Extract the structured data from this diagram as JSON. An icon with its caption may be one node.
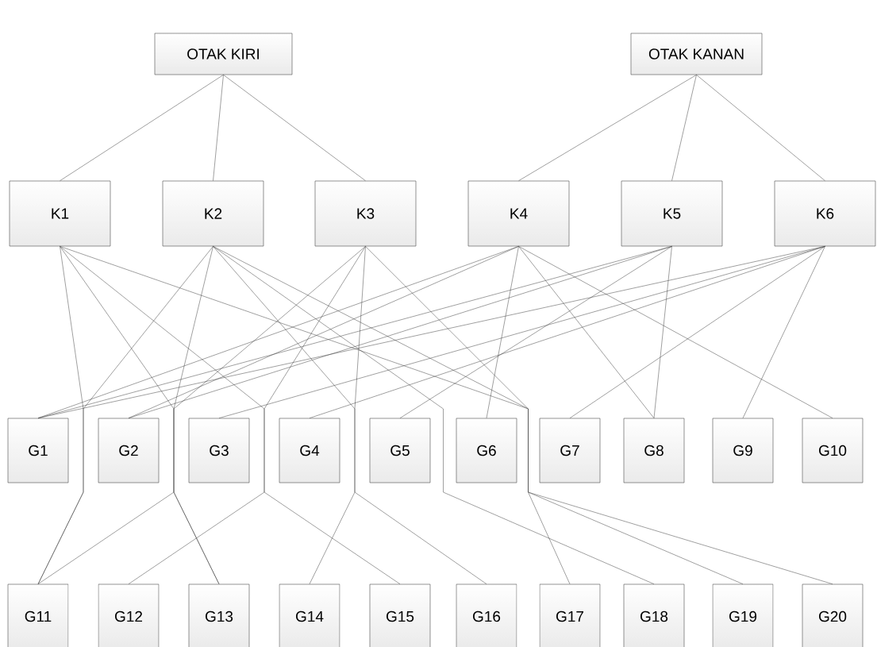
{
  "diagram": {
    "nodes": [
      {
        "text": [
          "OTAK KIRI"
        ]
      },
      {
        "text": [
          "OTAK KANAN"
        ]
      },
      {
        "text": [
          "K1"
        ]
      },
      {
        "text": [
          "K2"
        ]
      },
      {
        "text": [
          "K3"
        ]
      },
      {
        "text": [
          "K4"
        ]
      },
      {
        "text": [
          "K5"
        ]
      },
      {
        "text": [
          "K6"
        ]
      },
      {
        "text": [
          "G1"
        ]
      },
      {
        "text": [
          "G2"
        ]
      },
      {
        "text": [
          "G3"
        ]
      },
      {
        "text": [
          "G4"
        ]
      },
      {
        "text": [
          "G5"
        ]
      },
      {
        "text": [
          "G6"
        ]
      },
      {
        "text": [
          "G7"
        ]
      },
      {
        "text": [
          "G8"
        ]
      },
      {
        "text": [
          "G9"
        ]
      },
      {
        "text": [
          "G10"
        ]
      },
      {
        "text": [
          "G11"
        ]
      },
      {
        "text": [
          "G12"
        ]
      },
      {
        "text": [
          "G13"
        ]
      },
      {
        "text": [
          "G14"
        ]
      },
      {
        "text": [
          "G15"
        ]
      },
      {
        "text": [
          "G16"
        ]
      },
      {
        "text": [
          "G17"
        ]
      },
      {
        "text": [
          "G18"
        ]
      },
      {
        "text": [
          "G19"
        ]
      },
      {
        "text": [
          "G20"
        ]
      }
    ],
    "edges": [
      {
        "from": 0,
        "to": 2,
        "arrow": "none"
      },
      {
        "from": 0,
        "to": 3,
        "arrow": "none"
      },
      {
        "from": 0,
        "to": 4,
        "arrow": "none"
      },
      {
        "from": 1,
        "to": 5,
        "arrow": "none"
      },
      {
        "from": 1,
        "to": 6,
        "arrow": "none"
      },
      {
        "from": 1,
        "to": 7,
        "arrow": "none"
      },
      {
        "from": 2,
        "to": 18,
        "arrow": "none"
      },
      {
        "from": 2,
        "to": 20,
        "arrow": "none"
      },
      {
        "from": 2,
        "to": 22,
        "arrow": "none"
      },
      {
        "from": 2,
        "to": 27,
        "arrow": "none"
      },
      {
        "from": 3,
        "to": 18,
        "arrow": "none"
      },
      {
        "from": 3,
        "to": 20,
        "arrow": "none"
      },
      {
        "from": 3,
        "to": 23,
        "arrow": "none"
      },
      {
        "from": 3,
        "to": 25,
        "arrow": "none"
      },
      {
        "from": 3,
        "to": 26,
        "arrow": "none"
      },
      {
        "from": 4,
        "to": 18,
        "arrow": "none"
      },
      {
        "from": 4,
        "to": 19,
        "arrow": "none"
      },
      {
        "from": 4,
        "to": 21,
        "arrow": "none"
      },
      {
        "from": 4,
        "to": 24,
        "arrow": "none"
      },
      {
        "from": 5,
        "to": 8,
        "arrow": "none"
      },
      {
        "from": 5,
        "to": 9,
        "arrow": "none"
      },
      {
        "from": 5,
        "to": 13,
        "arrow": "none"
      },
      {
        "from": 5,
        "to": 15,
        "arrow": "none"
      },
      {
        "from": 5,
        "to": 17,
        "arrow": "none"
      },
      {
        "from": 6,
        "to": 8,
        "arrow": "none"
      },
      {
        "from": 6,
        "to": 9,
        "arrow": "none"
      },
      {
        "from": 6,
        "to": 12,
        "arrow": "none"
      },
      {
        "from": 6,
        "to": 15,
        "arrow": "none"
      },
      {
        "from": 7,
        "to": 8,
        "arrow": "none"
      },
      {
        "from": 7,
        "to": 10,
        "arrow": "none"
      },
      {
        "from": 7,
        "to": 11,
        "arrow": "none"
      },
      {
        "from": 7,
        "to": 14,
        "arrow": "none"
      },
      {
        "from": 7,
        "to": 16,
        "arrow": "none"
      }
    ]
  }
}
